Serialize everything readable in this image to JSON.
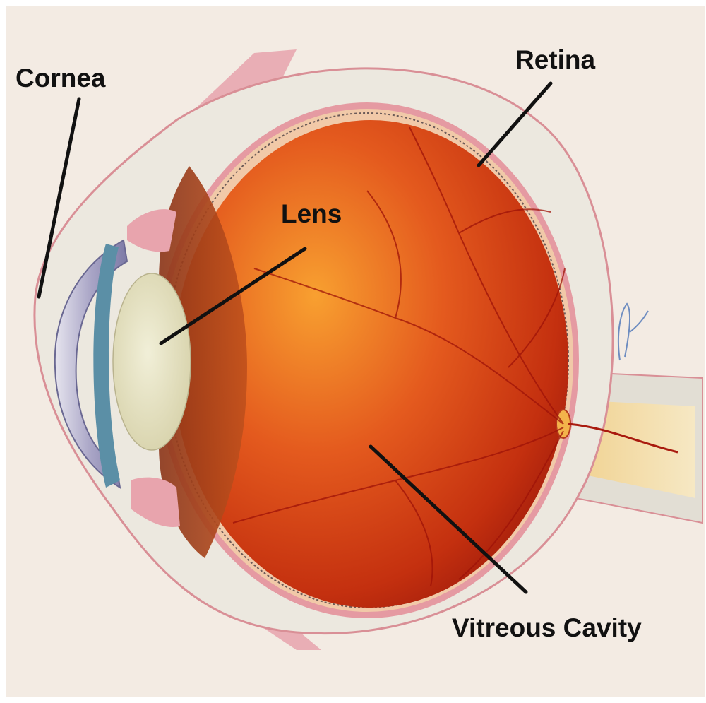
{
  "labels": {
    "cornea": "Cornea",
    "retina": "Retina",
    "lens": "Lens",
    "vitreous": "Vitreous Cavity"
  },
  "colors": {
    "paper": "#f3ebe3",
    "sclera": "#ece8df",
    "sclera_edge": "#d98f96",
    "retina_layer": "#d9808a",
    "vitreous_center": "#f8a030",
    "vitreous_mid": "#e2561e",
    "vitreous_edge": "#b01e0e",
    "lens": "#e7e4c8",
    "iris": "#5b8fa6",
    "cornea_fill": "#b7b2cd",
    "nerve": "#efd9a2",
    "vessel": "#9e1208",
    "pointer_line": "#111111"
  }
}
